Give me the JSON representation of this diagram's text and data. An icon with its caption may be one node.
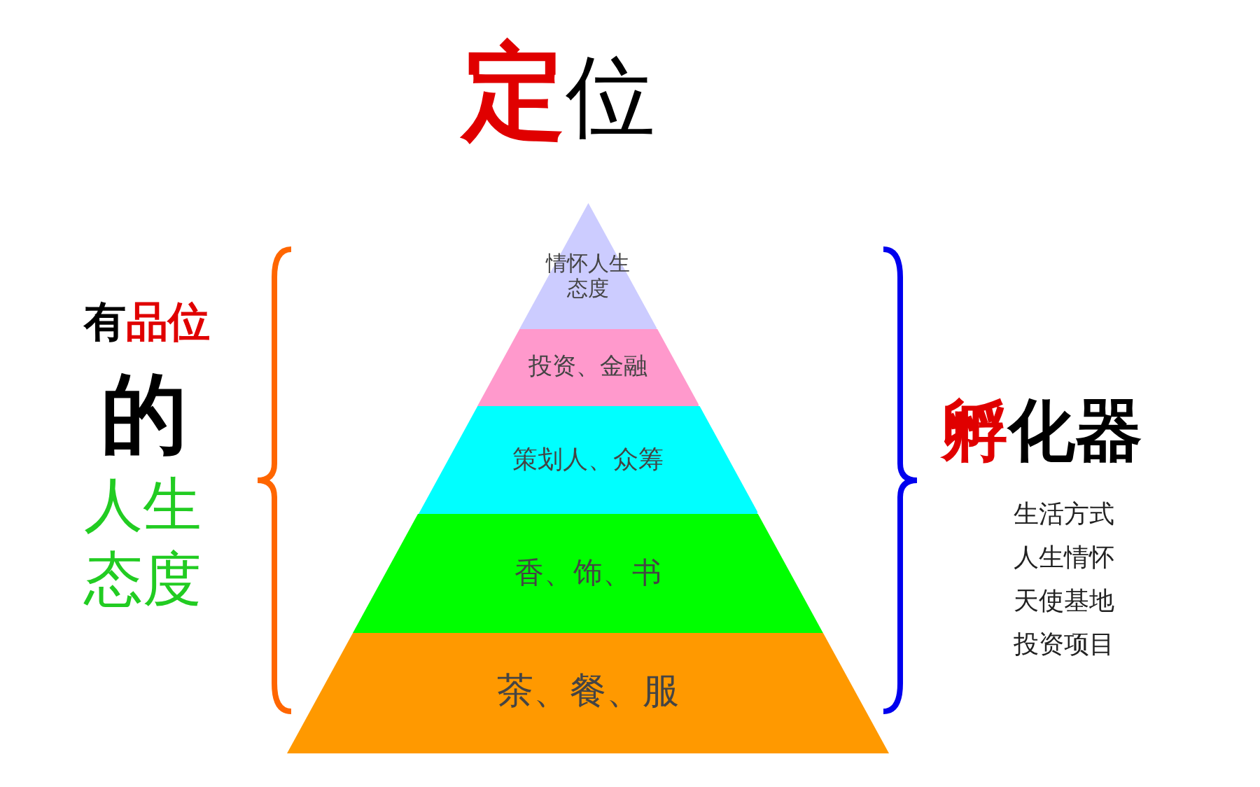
{
  "diagram": {
    "title": "定位",
    "nodes": [
      {
        "text": [
          "情怀人生态度"
        ]
      },
      {
        "text": [
          "投资、金融"
        ]
      },
      {
        "text": [
          "策划人、众筹"
        ]
      },
      {
        "text": [
          "香、饰、书"
        ]
      },
      {
        "text": [
          "茶、餐、服"
        ]
      }
    ],
    "labels": [
      "有品位",
      "的",
      "人生态度",
      "孵化器",
      "生活方式",
      "人生情怀",
      "天使基地",
      "投资项目"
    ]
  }
}
